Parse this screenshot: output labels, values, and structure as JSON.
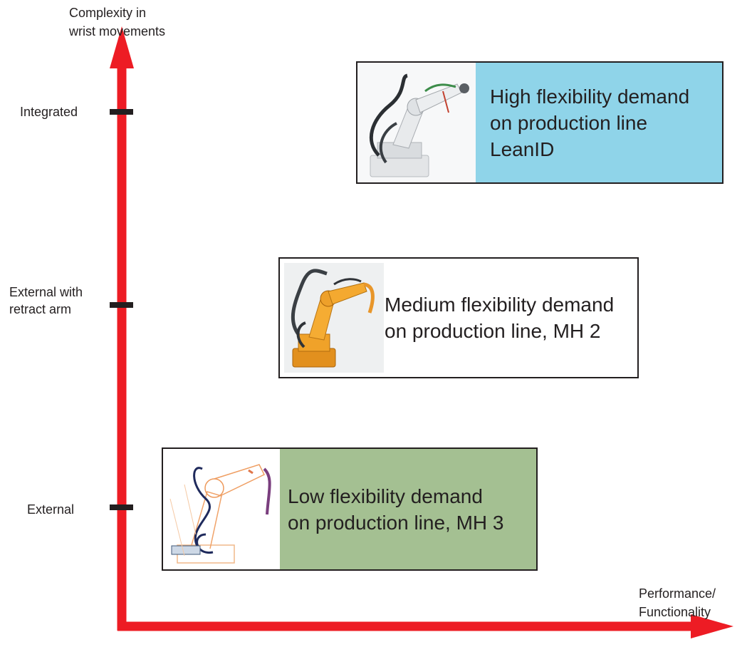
{
  "axes": {
    "y_title": "Complexity in\nwrist movements",
    "x_title": "Performance/\nFunctionality",
    "ticks": [
      {
        "label": "Integrated"
      },
      {
        "label": "External with\nretract arm"
      },
      {
        "label": "External"
      }
    ],
    "axis_color": "#ed1c24",
    "tick_color": "#231f20"
  },
  "boxes": [
    {
      "line1": "High flexibility demand",
      "line2": "on production line",
      "line3": "LeanID",
      "fill": "#8fd4e9",
      "image": "white-robot-arm-photo"
    },
    {
      "line1": "Medium flexibility demand",
      "line2": "on production line, MH 2",
      "fill": "#ffffff",
      "image": "orange-robot-arm-photo"
    },
    {
      "line1": "Low flexibility demand",
      "line2": "on production line, MH 3",
      "fill": "#a4c092",
      "image": "wireframe-robot-arm-drawing"
    }
  ]
}
